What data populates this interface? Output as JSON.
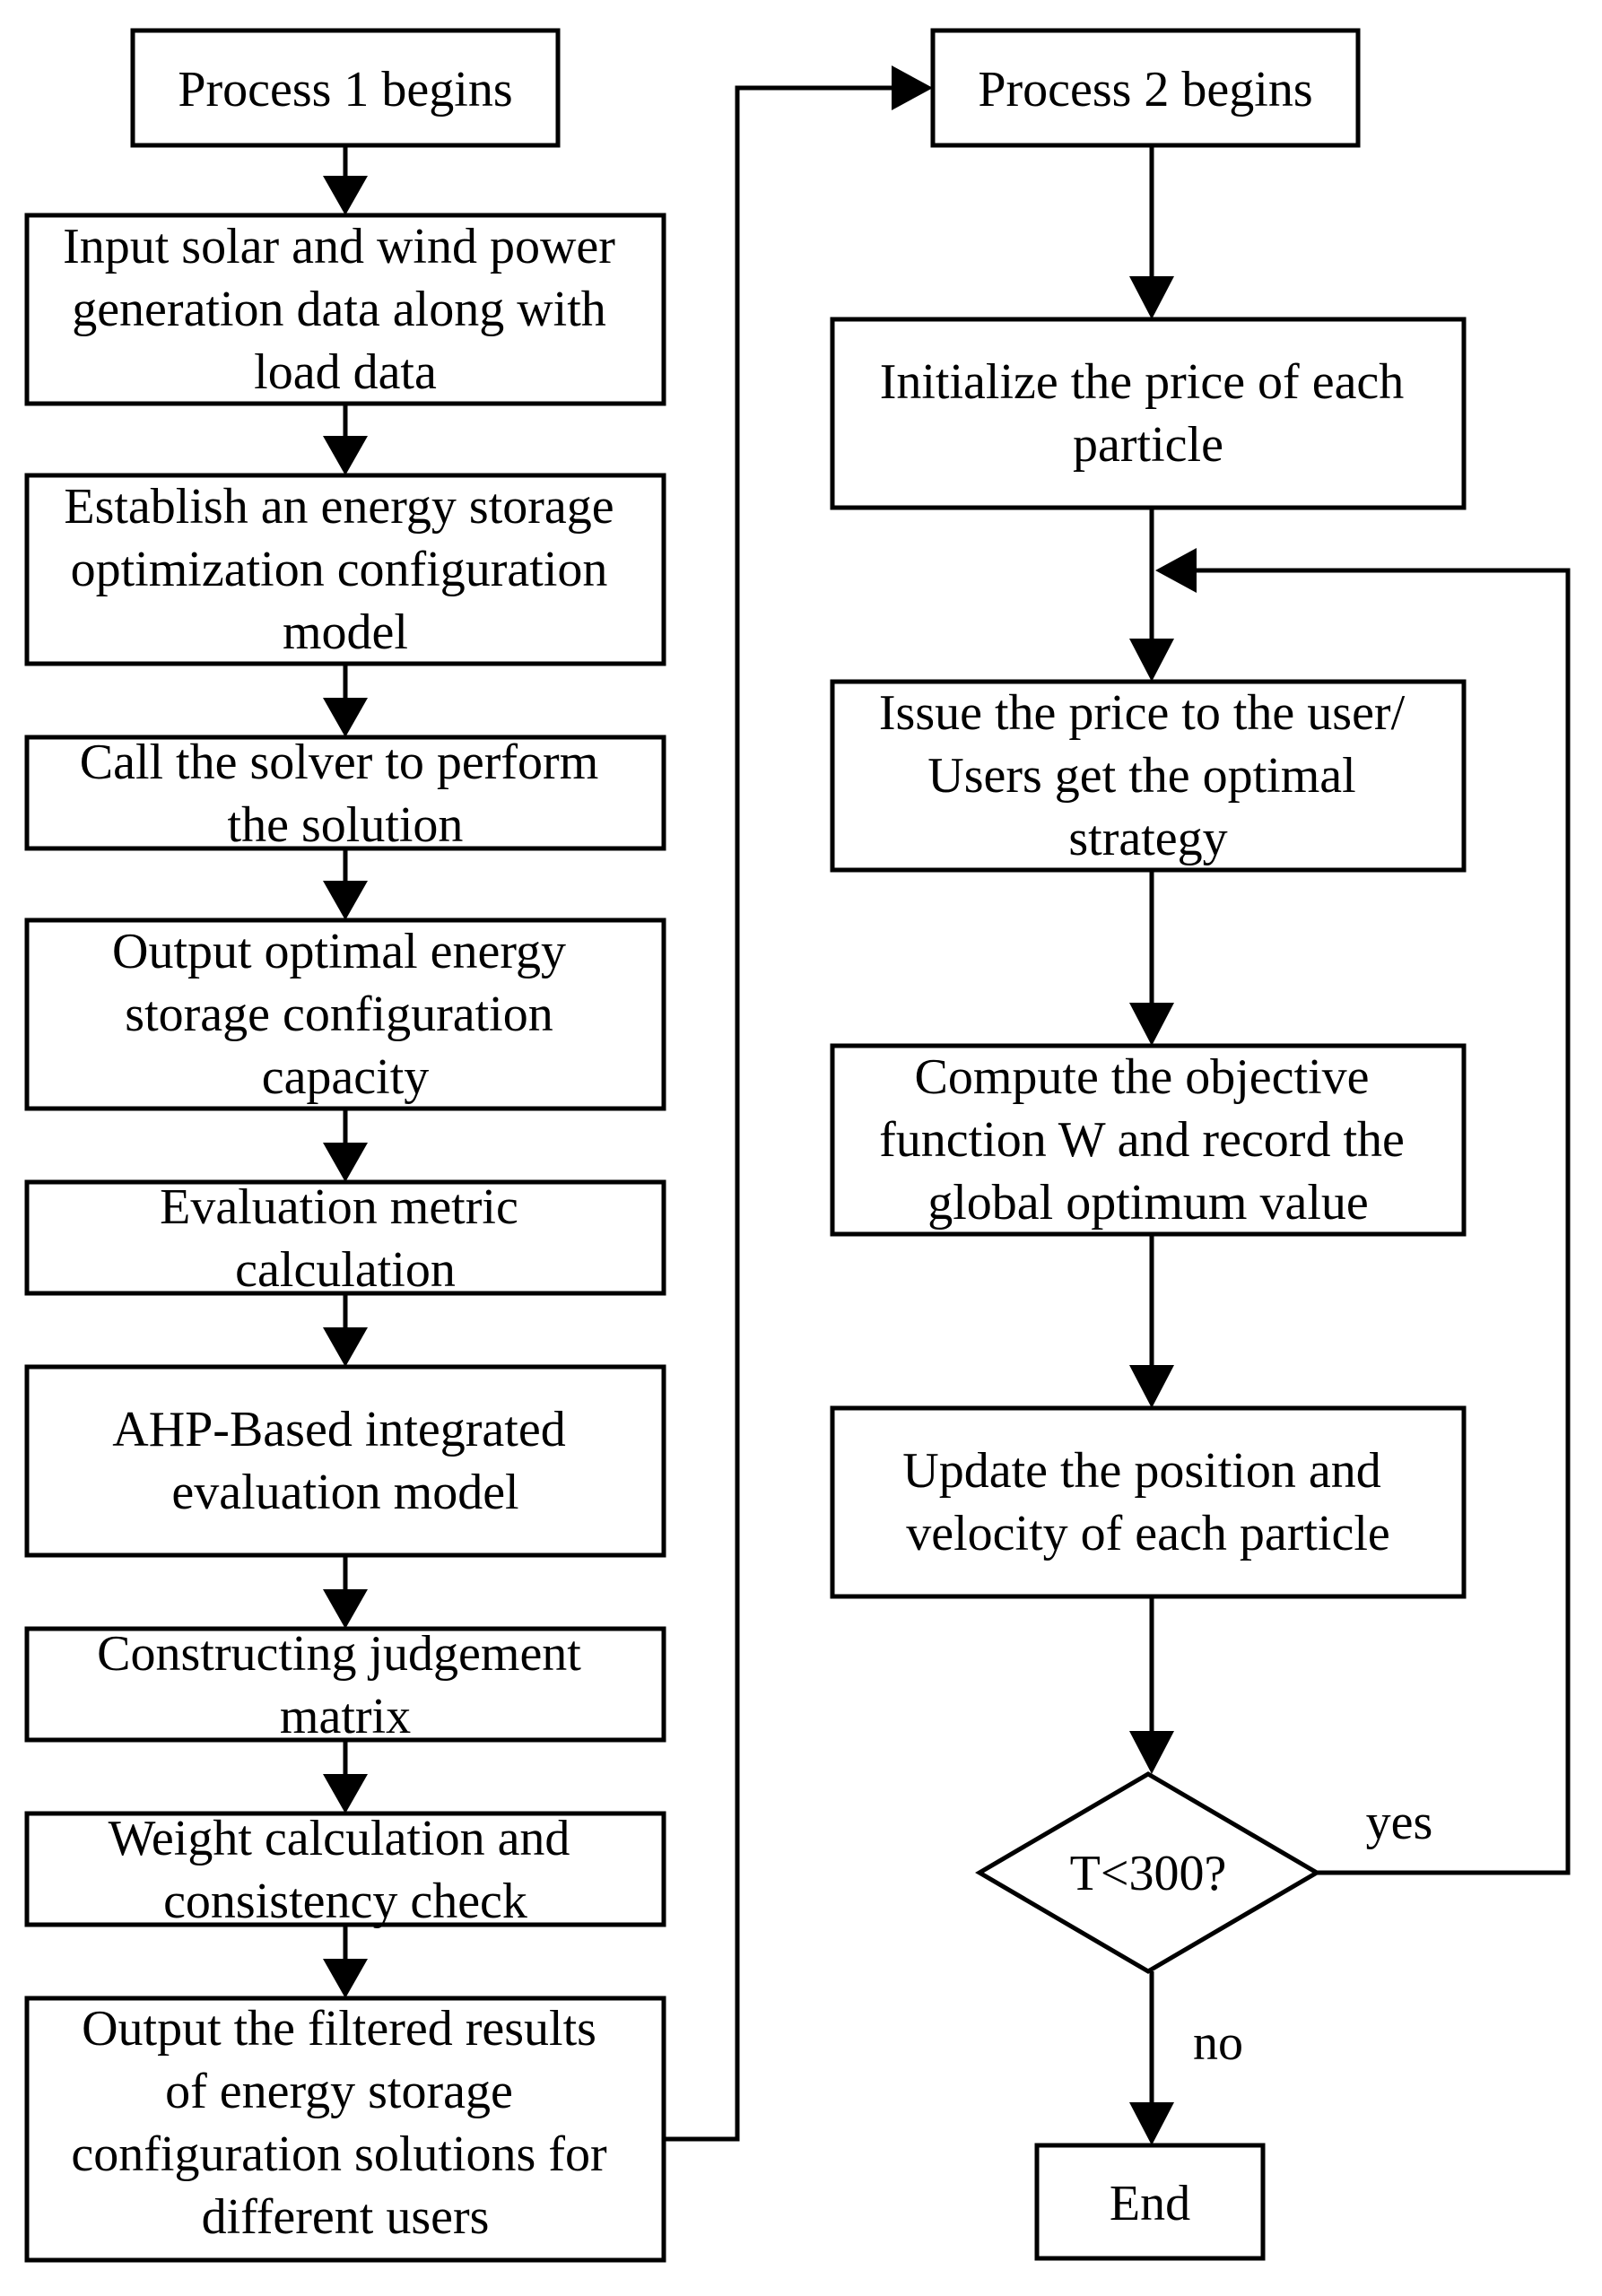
{
  "process1": {
    "start": "Process 1 begins",
    "input": [
      "Input solar and wind power",
      "generation data along with",
      "load data"
    ],
    "model": [
      "Establish an energy storage",
      "optimization configuration",
      "model"
    ],
    "solver": [
      "Call the solver to perform",
      "the solution"
    ],
    "capacity": [
      "Output optimal energy",
      "storage configuration",
      "capacity"
    ],
    "metric": [
      "Evaluation metric",
      "calculation"
    ],
    "ahp": [
      "AHP-Based integrated",
      "evaluation model"
    ],
    "matrix": [
      "Constructing judgement",
      "matrix"
    ],
    "weight": [
      "Weight calculation and",
      "consistency check"
    ],
    "output": [
      "Output the filtered results",
      "of energy storage",
      "configuration solutions for",
      "different users"
    ]
  },
  "process2": {
    "start": "Process 2 begins",
    "init": [
      "Initialize the price of each",
      "particle"
    ],
    "issue": [
      "Issue the price to the user/",
      "Users get the optimal",
      "strategy"
    ],
    "objective": [
      "Compute the objective",
      "function W and record the",
      "global optimum value"
    ],
    "update": [
      "Update the position and",
      "velocity of each particle"
    ],
    "decision": "T<300?",
    "yes": "yes",
    "no": "no",
    "end": "End"
  }
}
